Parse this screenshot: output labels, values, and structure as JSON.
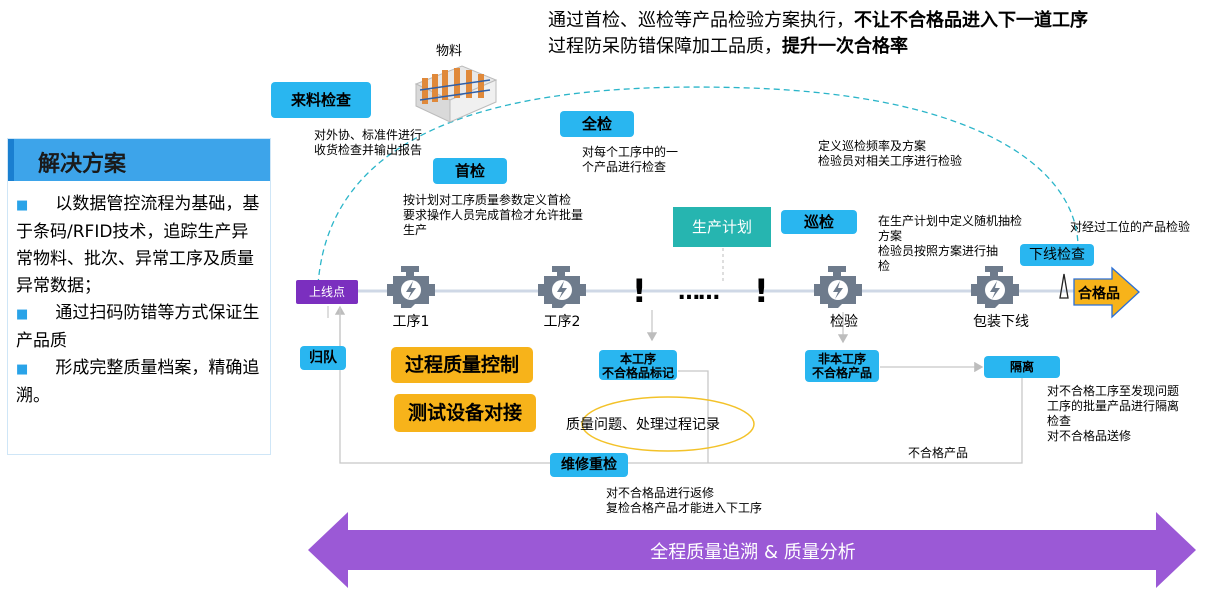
{
  "headline": {
    "line1_normal": "通过首检、巡检等产品检验方案执行，",
    "line1_bold": "不让不合格品进入下一道工序",
    "line2_normal": "过程防呆防错保障加工品质，",
    "line2_bold": "提升一次合格率"
  },
  "solution": {
    "title": "解决方案",
    "bullet_marker": "■",
    "items": [
      "以数据管控流程为基础，基于条码/RFID技术，追踪生产异常物料、批次、异常工序及质量异常数据；",
      "通过扫码防错等方式保证生产品质",
      "形成完整质量档案，精确追溯。"
    ]
  },
  "material": {
    "label": "物料"
  },
  "tags": {
    "incoming": "来料检查",
    "first": "首检",
    "full": "全检",
    "patrol": "巡检",
    "offline": "下线检查",
    "online": "上线点",
    "requeue": "归队",
    "this_proc": "本工序\n不合格品标记",
    "not_this_proc": "非本工序\n不合格产品",
    "isolate": "隔离",
    "repair": "维修重检",
    "plan": "生产计划",
    "qualified": "合格品"
  },
  "notes": {
    "incoming": "对外协、标准件进行\n收货检查并输出报告",
    "first": "按计划对工序质量参数定义首检\n要求操作人员完成首检才允许批量\n生产",
    "full": "对每个工序中的一\n个产品进行检查",
    "patrol_def": "定义巡检频率及方案\n检验员对相关工序进行检验",
    "patrol_plan": "在生产计划中定义随机抽检\n方案\n检验员按照方案进行抽\n检",
    "offline": "对经过工位的产品检验",
    "isolate": "对不合格工序至发现问题\n工序的批量产品进行隔离\n检查\n对不合格品送修",
    "nonconforming": "不合格产品",
    "repair": "对不合格品进行返修\n复检合格产品才能进入下工序",
    "record": "质量问题、处理过程记录"
  },
  "stations": [
    "工序1",
    "工序2",
    "检验",
    "包装下线"
  ],
  "ellipsis": "……",
  "exclaim": "!",
  "buttons": {
    "process_quality": "过程质量控制",
    "test_device": "测试设备对接"
  },
  "banner": "全程质量追溯 & 质量分析",
  "colors": {
    "blue_tag": "#29b6f0",
    "purple": "#7b2fbf",
    "banner_purple": "#9b59d6",
    "orange": "#f7b31a",
    "teal_plan": "#26b5b0",
    "panel_title": "#3da4ea"
  }
}
